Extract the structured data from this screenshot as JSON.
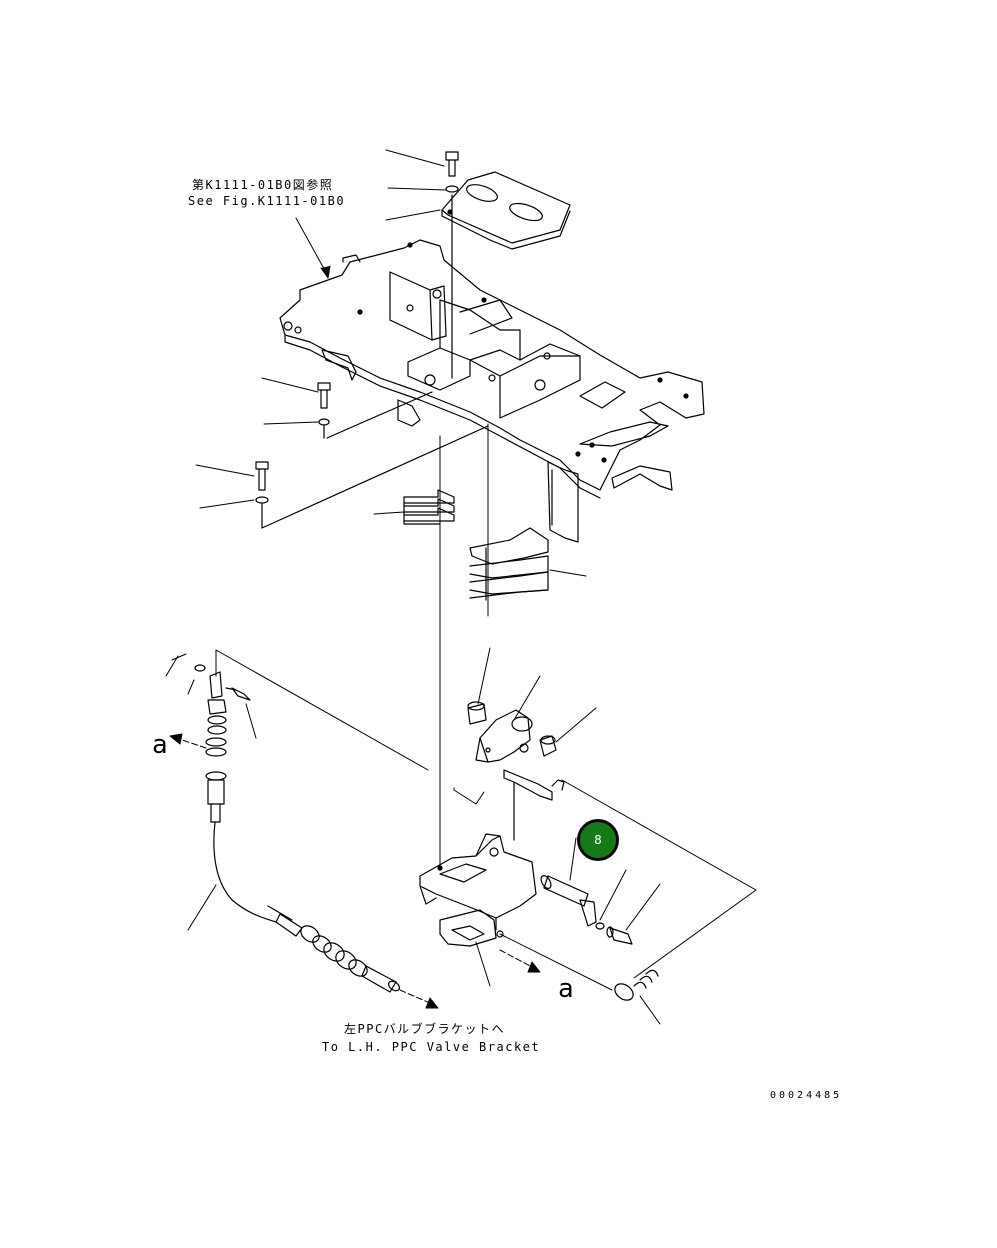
{
  "references": {
    "top_jp": "第K1111-01B0図参照",
    "top_en": "See Fig.K1111-01B0",
    "bottom_jp": "左PPCバルブブラケットへ",
    "bottom_en": "To L.H. PPC Valve Bracket"
  },
  "callouts": {
    "a_left": "a",
    "a_right": "a"
  },
  "badge": {
    "label": "8",
    "color": "#167a16"
  },
  "drawing_number": "00024485"
}
